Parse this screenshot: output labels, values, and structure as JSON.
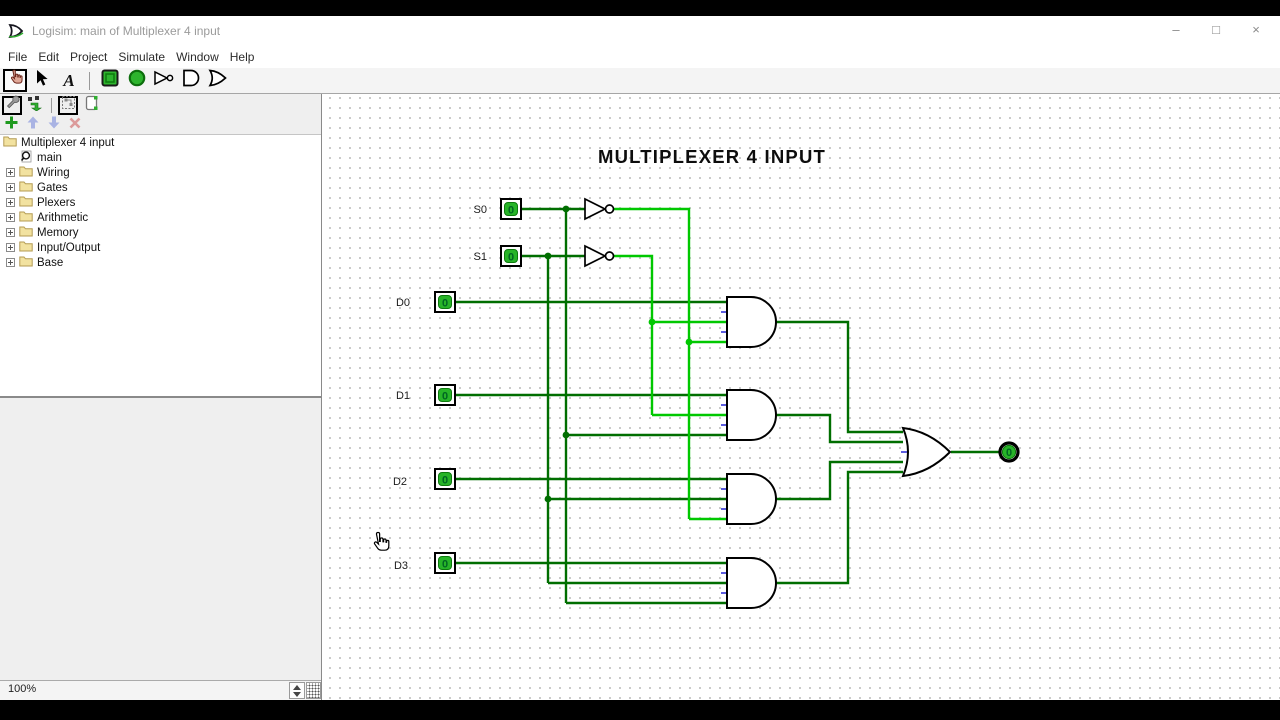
{
  "window": {
    "title": "Logisim: main of Multiplexer 4 input",
    "controls": {
      "minimize": "–",
      "maximize": "□",
      "close": "×"
    }
  },
  "menu": {
    "file": "File",
    "edit": "Edit",
    "project": "Project",
    "simulate": "Simulate",
    "window": "Window",
    "help": "Help"
  },
  "toolbar": {
    "text_tool_glyph": "A",
    "tools": [
      "poke-tool",
      "select-tool",
      "text-tool",
      "input-pin-tool",
      "output-pin-tool",
      "not-gate-tool",
      "and-gate-tool",
      "or-gate-tool"
    ],
    "selected_tool": "poke-tool"
  },
  "project_toolbar": {
    "buttons": [
      "toolbox-view",
      "simulation-hierarchy-view",
      "layout-editor",
      "appearance-editor"
    ]
  },
  "circuit_actions": [
    "add-circuit",
    "move-circuit-up",
    "move-circuit-down",
    "remove-circuit"
  ],
  "explorer": {
    "project": "Multiplexer 4 input",
    "circuit": "main",
    "libraries": [
      "Wiring",
      "Gates",
      "Plexers",
      "Arithmetic",
      "Memory",
      "Input/Output",
      "Base"
    ]
  },
  "statusbar": {
    "zoom": "100%"
  },
  "circuit": {
    "title": "MULTIPLEXER 4 INPUT",
    "select_inputs": [
      {
        "label": "S0",
        "value": "0"
      },
      {
        "label": "S1",
        "value": "0"
      }
    ],
    "data_inputs": [
      {
        "label": "D0",
        "value": "0"
      },
      {
        "label": "D1",
        "value": "0"
      },
      {
        "label": "D2",
        "value": "0"
      },
      {
        "label": "D3",
        "value": "0"
      }
    ],
    "output": {
      "value": "0"
    }
  },
  "colors": {
    "wire_low": "#006e00",
    "wire_high": "#00c800",
    "pin_fill": "#28b428",
    "floating_blue": "#5c5cdf",
    "canvas_dot": "#c6c6c6"
  }
}
